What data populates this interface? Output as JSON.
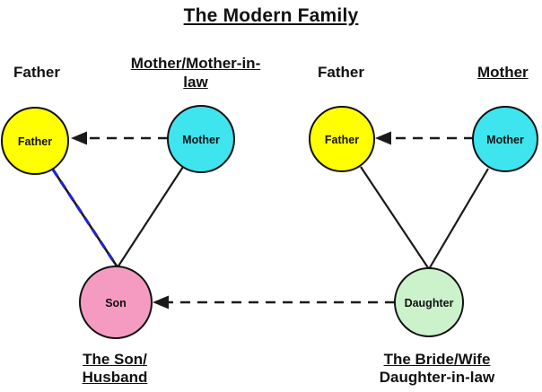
{
  "title": "The Modern Family",
  "outer_labels": {
    "left_father": "Father",
    "left_mother_line1": "Mother/Mother-in-",
    "left_mother_line2": "law",
    "right_father": "Father",
    "right_mother": "Mother"
  },
  "captions": {
    "son_line1": "The Son/",
    "son_line2": "Husband",
    "daughter_line1": "The Bride/Wife",
    "daughter_line2": "Daughter-in-law"
  },
  "nodes": {
    "left_father": {
      "label": "Father",
      "color": "#ffff00"
    },
    "left_mother": {
      "label": "Mother",
      "color": "#3ee4ee"
    },
    "son": {
      "label": "Son",
      "color": "#f59bc1"
    },
    "right_father": {
      "label": "Father",
      "color": "#ffff00"
    },
    "right_mother": {
      "label": "Mother",
      "color": "#3ee4ee"
    },
    "daughter": {
      "label": "Daughter",
      "color": "#ccf2cc"
    }
  },
  "edges": [
    {
      "from": "left_mother",
      "to": "left_father",
      "style": "dashed-arrow"
    },
    {
      "from": "left_father",
      "to": "son",
      "style": "blue-dashed-line"
    },
    {
      "from": "left_mother",
      "to": "son",
      "style": "solid-line"
    },
    {
      "from": "right_mother",
      "to": "right_father",
      "style": "dashed-arrow"
    },
    {
      "from": "right_father",
      "to": "daughter",
      "style": "solid-line"
    },
    {
      "from": "right_mother",
      "to": "daughter",
      "style": "solid-line"
    },
    {
      "from": "daughter",
      "to": "son",
      "style": "dashed-arrow"
    }
  ],
  "colors": {
    "edge": "#1a1a1a",
    "father_son_overlay": "#2323cf",
    "node_stroke": "#111111",
    "background": "#ffffff"
  }
}
